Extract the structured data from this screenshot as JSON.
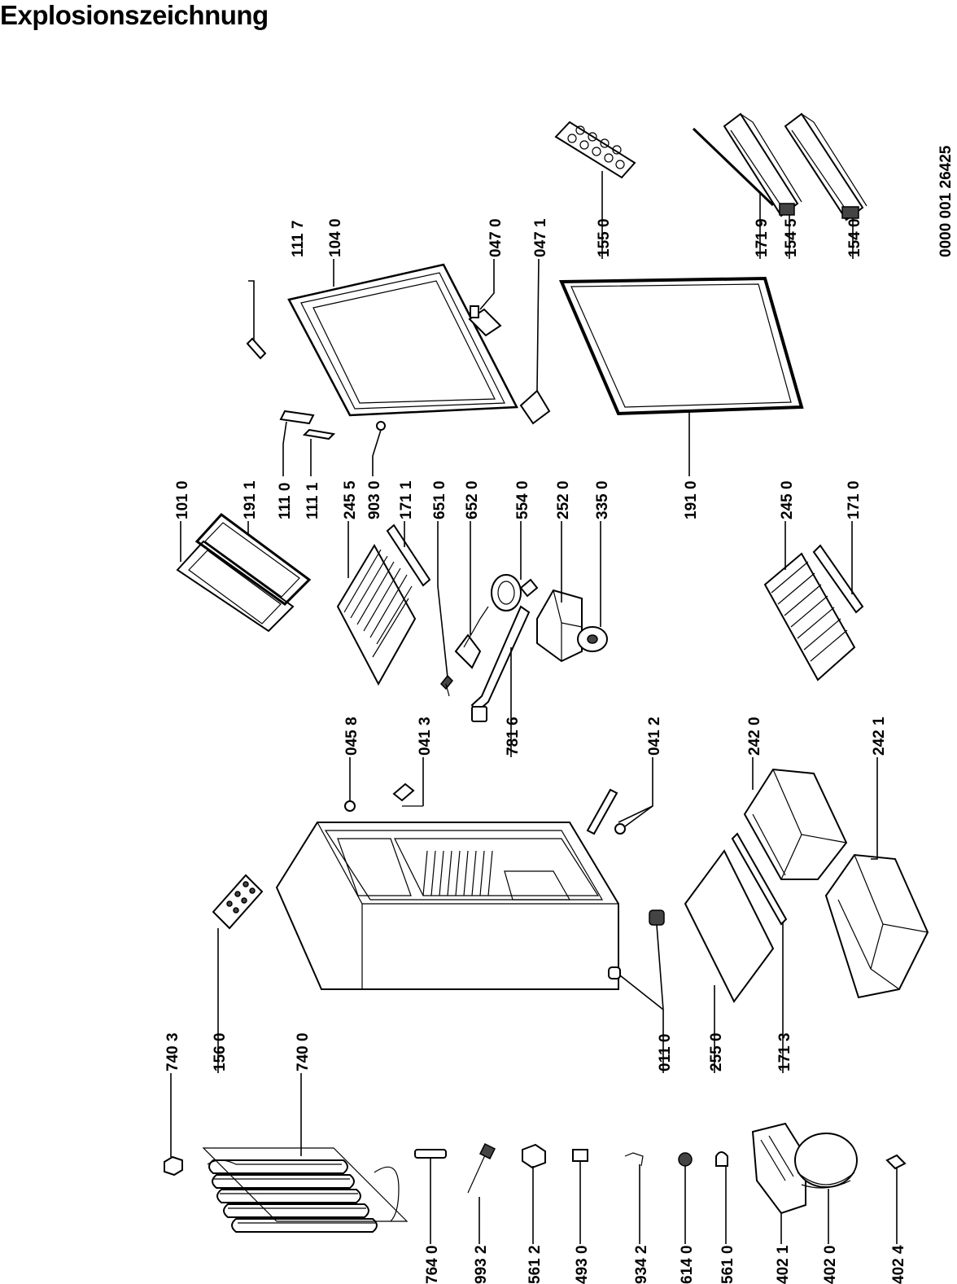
{
  "title": "Explosionszeichnung",
  "doc_number": "0000 001 26425",
  "labels": {
    "l7403": "740 3",
    "l1560": "156 0",
    "l7400": "740 0",
    "l0110": "011 0",
    "l2550": "255 0",
    "l1713": "171 3",
    "l0458": "045 8",
    "l0413": "041 3",
    "l7816": "781 6",
    "l0412": "041 2",
    "l2420": "242 0",
    "l2421": "242 1",
    "l1010": "101 0",
    "l1911": "191 1",
    "l1110": "111 0",
    "l1111": "111 1",
    "l2455": "245 5",
    "l9030": "903 0",
    "l1711": "171 1",
    "l6510": "651 0",
    "l6520": "652 0",
    "l5540": "554 0",
    "l2520": "252 0",
    "l3350": "335 0",
    "l1910": "191 0",
    "l2450": "245 0",
    "l1710": "171 0",
    "l1117": "111 7",
    "l1040": "104 0",
    "l0470": "047 0",
    "l0471": "047 1",
    "l1550": "155 0",
    "l1719": "171 9",
    "l1545": "154 5",
    "l1540": "154 0",
    "l7640": "764 0",
    "l9932": "993 2",
    "l5612": "561 2",
    "l4930": "493 0",
    "l9342": "934 2",
    "l6140": "614 0",
    "l5610": "561 0",
    "l4021": "402 1",
    "l4020": "402 0",
    "l4024": "402 4"
  }
}
